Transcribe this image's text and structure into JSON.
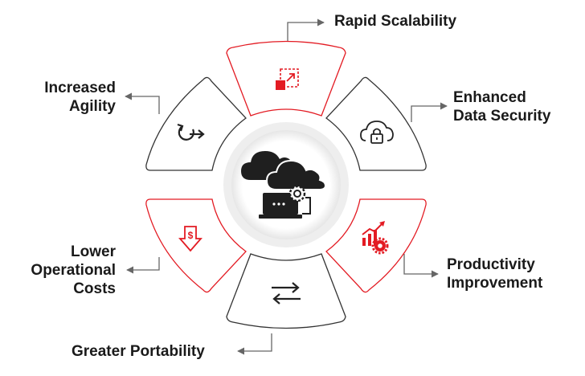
{
  "colors": {
    "accent_red": "#e31b23",
    "outline_dark": "#333333",
    "text": "#1a1a1a",
    "connector": "#666666",
    "hub_shadow": "#e9e9e9"
  },
  "center": {
    "icon": "cloud-computing-icon"
  },
  "segments": [
    {
      "id": "rapid-scalability",
      "icon": "scale-up-icon",
      "style": "red",
      "lines": [
        "Rapid Scalability"
      ]
    },
    {
      "id": "enhanced-data-security",
      "icon": "cloud-lock-icon",
      "style": "dark",
      "lines": [
        "Enhanced",
        "Data Security"
      ]
    },
    {
      "id": "productivity-improvement",
      "icon": "growth-chart-gear-icon",
      "style": "red",
      "lines": [
        "Productivity",
        "Improvement"
      ]
    },
    {
      "id": "greater-portability",
      "icon": "swap-arrows-icon",
      "style": "dark",
      "lines": [
        "Greater Portability"
      ]
    },
    {
      "id": "lower-operational-costs",
      "icon": "cost-down-icon",
      "style": "red",
      "lines": [
        "Lower",
        "Operational",
        "Costs"
      ]
    },
    {
      "id": "increased-agility",
      "icon": "agile-cycle-icon",
      "style": "dark",
      "lines": [
        "Increased",
        "Agility"
      ]
    }
  ]
}
